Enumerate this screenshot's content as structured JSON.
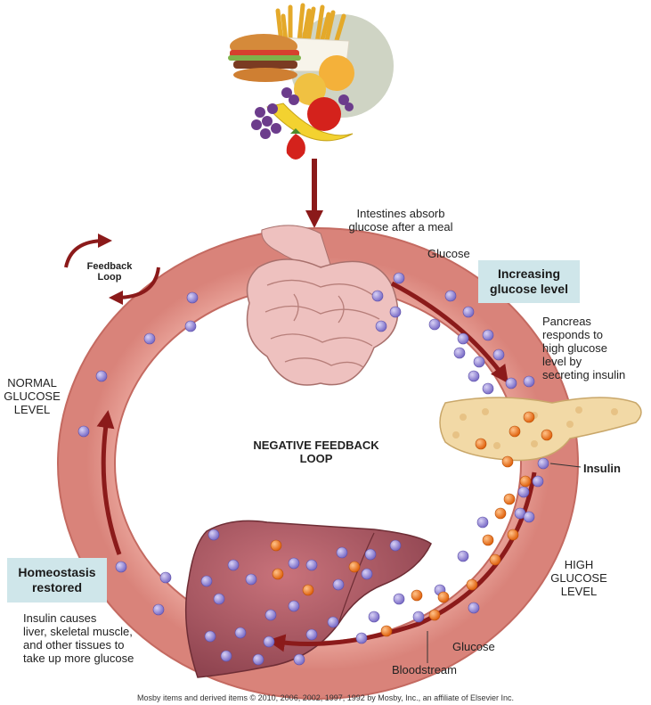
{
  "labels": {
    "intestines": "Intestines absorb\nglucose after a meal",
    "glucose_top": "Glucose",
    "increasing": "Increasing\nglucose level",
    "pancreas": "Pancreas\nresponds to\nhigh glucose\nlevel by\nsecreting insulin",
    "insulin": "Insulin",
    "normal": "NORMAL\nGLUCOSE\nLEVEL",
    "center": "NEGATIVE FEEDBACK\nLOOP",
    "feedback": "Feedback\nLoop",
    "homeostasis": "Homeostasis\nrestored",
    "insulin_causes": "Insulin causes\nliver, skeletal muscle,\nand other tissues to\ntake up more glucose",
    "high": "HIGH\nGLUCOSE\nLEVEL",
    "glucose_bottom": "Glucose",
    "bloodstream": "Bloodstream",
    "credit": "Mosby items and derived items © 2010, 2006, 2002, 1997, 1992 by Mosby, Inc., an affiliate of Elsevier Inc."
  },
  "colors": {
    "ring": "#e4978c",
    "ring_edge": "#c46a61",
    "arrow": "#8b1a1a",
    "glucose": "#9b8fd6",
    "insulin": "#f07a1e",
    "label_box": "#cfe6ea",
    "liver": "#a85a63",
    "pancreas": "#f2d9a6",
    "intestine": "#eec1bf"
  },
  "icons": {
    "food": "food-icon",
    "intestine": "intestine-icon",
    "pancreas": "pancreas-icon",
    "liver": "liver-icon",
    "glucose": "glucose-molecule-icon",
    "insulin": "insulin-molecule-icon"
  }
}
